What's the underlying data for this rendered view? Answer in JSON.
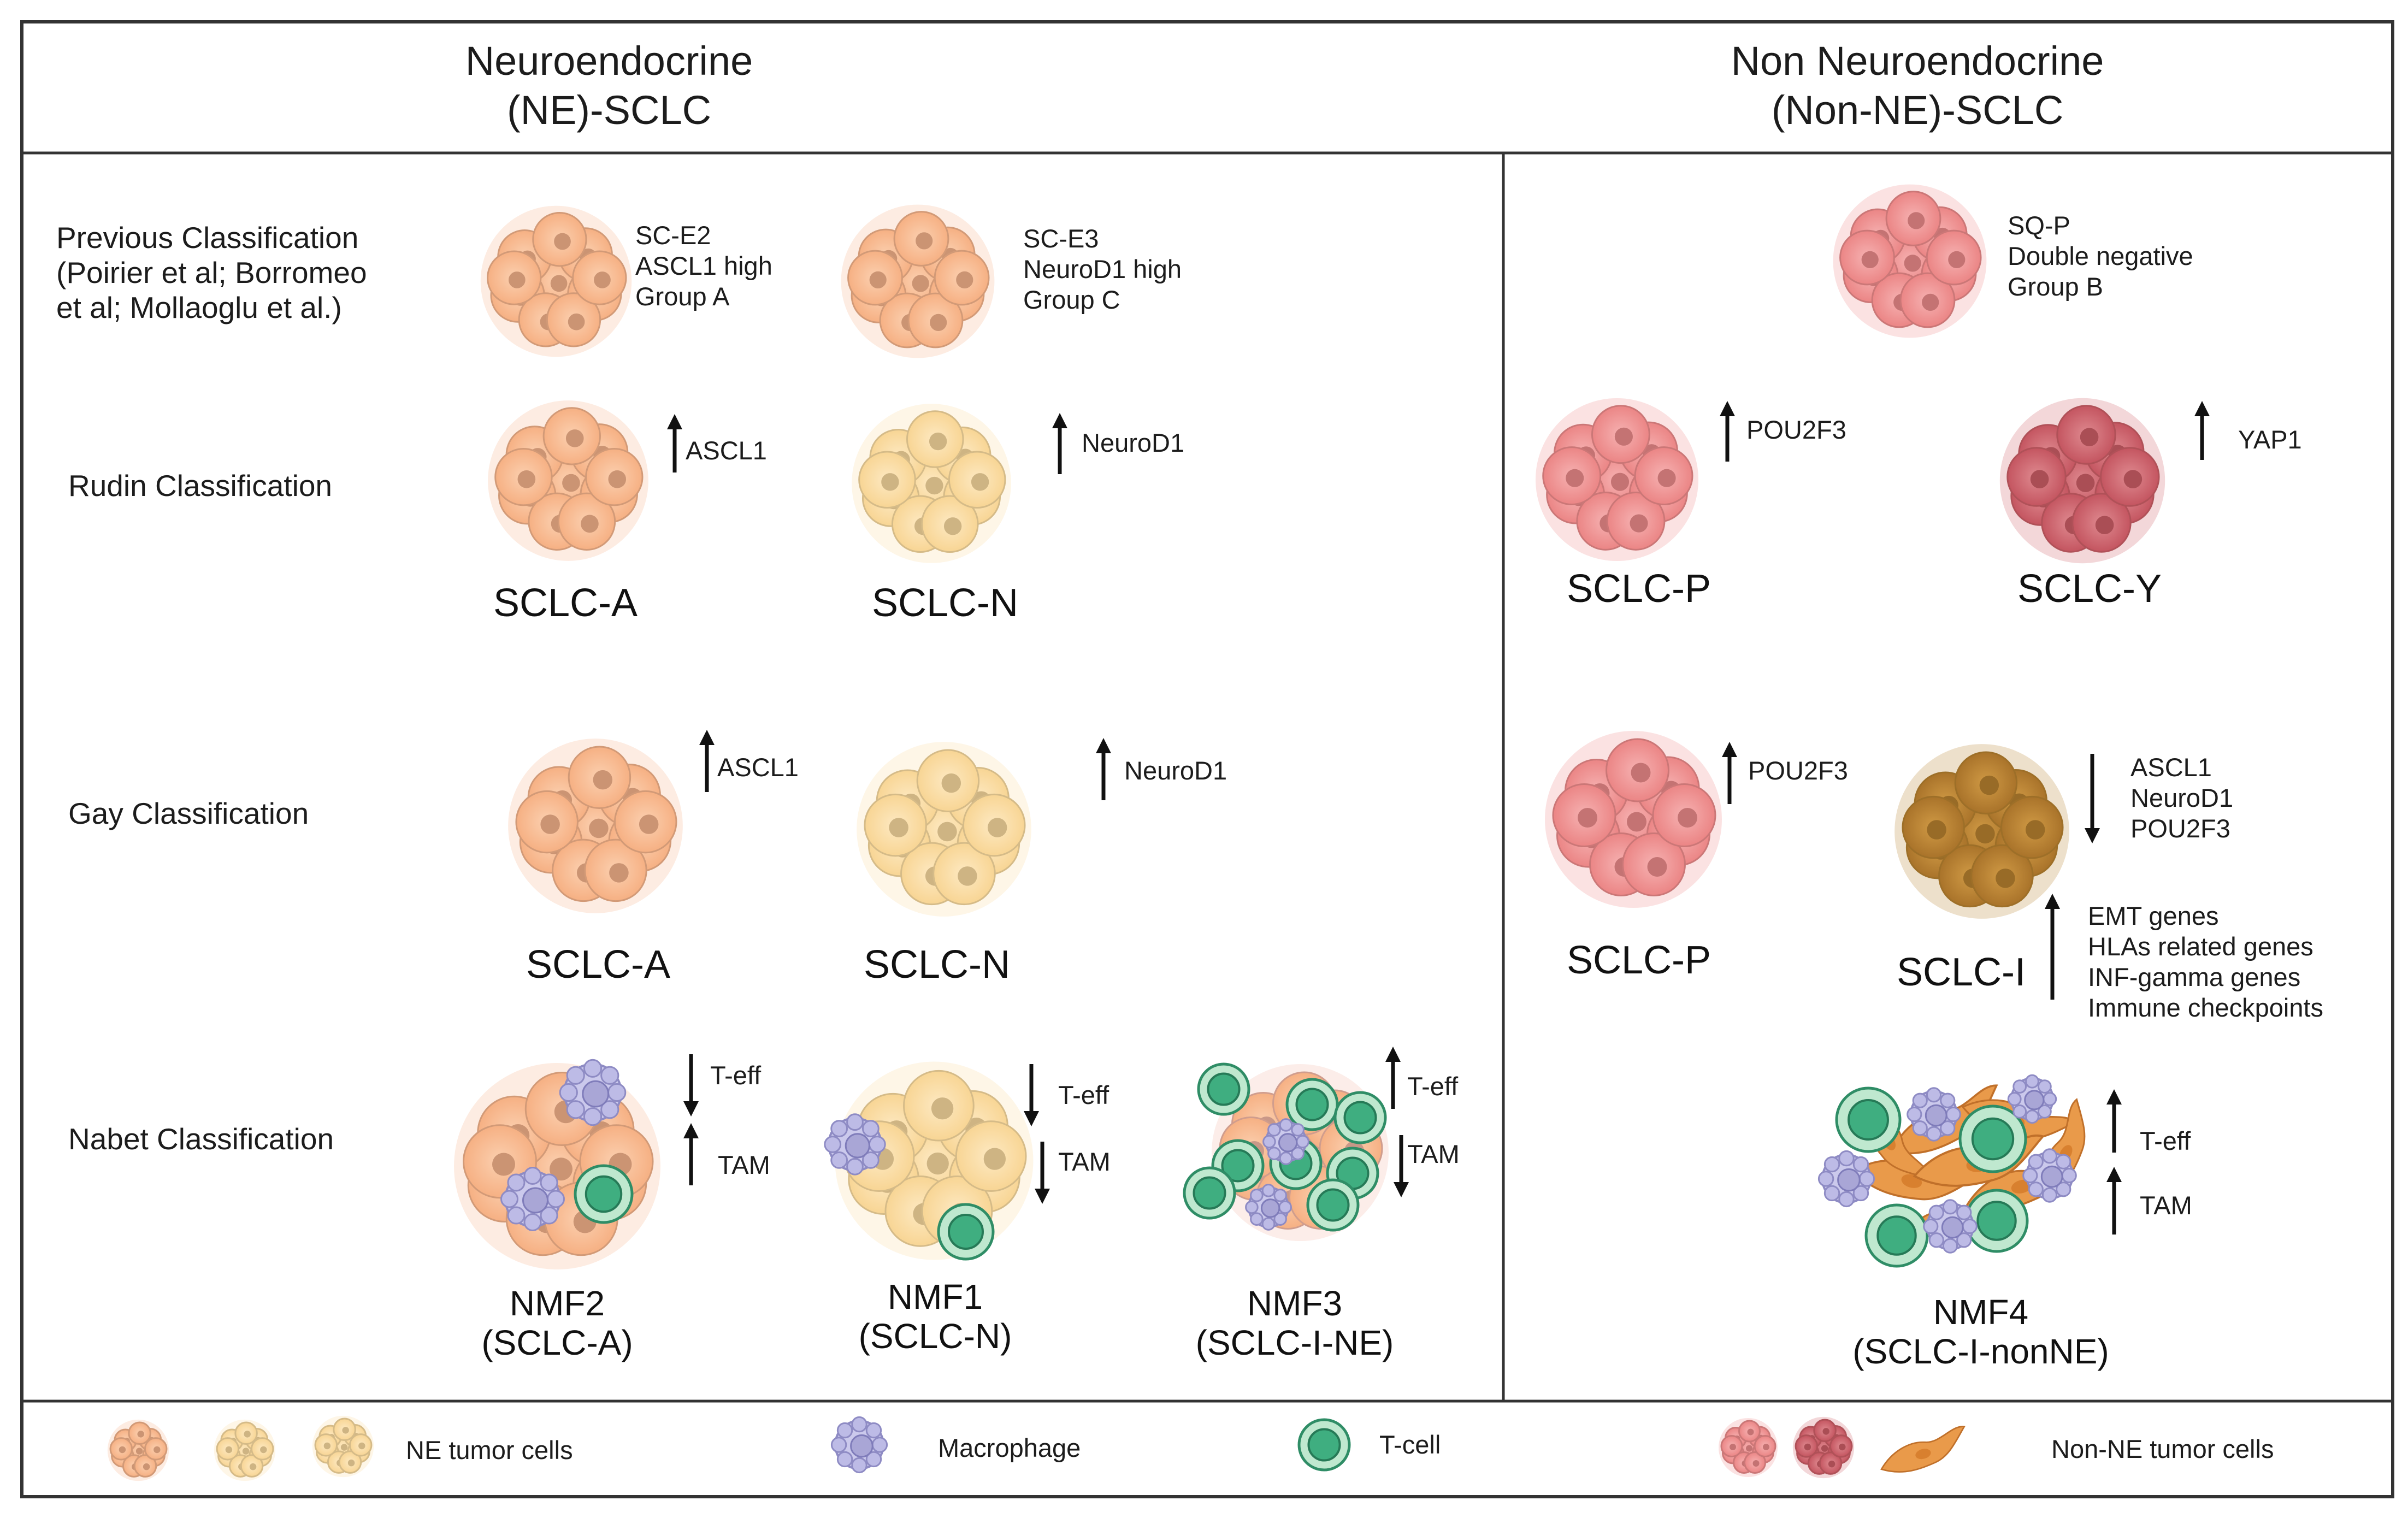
{
  "headers": {
    "ne": [
      "Neuroendocrine",
      "(NE)-SCLC"
    ],
    "nonne": [
      "Non Neuroendocrine",
      "(Non-NE)-SCLC"
    ]
  },
  "rows": {
    "previous": [
      "Previous Classification",
      "(Poirier et al; Borromeo",
      "et al; Mollaoglu et al.)"
    ],
    "rudin": "Rudin Classification",
    "gay": "Gay Classification",
    "nabet": "Nabet Classification"
  },
  "previous": {
    "a": [
      "SC-E2",
      "ASCL1 high",
      "Group A"
    ],
    "n": [
      "SC-E3",
      "NeuroD1 high",
      "Group C"
    ],
    "p": [
      "SQ-P",
      "Double negative",
      "Group B"
    ]
  },
  "rudin": {
    "a": {
      "name": "SCLC-A",
      "marker": "ASCL1"
    },
    "n": {
      "name": "SCLC-N",
      "marker": "NeuroD1"
    },
    "p": {
      "name": "SCLC-P",
      "marker": "POU2F3"
    },
    "y": {
      "name": "SCLC-Y",
      "marker": "YAP1"
    }
  },
  "gay": {
    "a": {
      "name": "SCLC-A",
      "marker": "ASCL1"
    },
    "n": {
      "name": "SCLC-N",
      "marker": "NeuroD1"
    },
    "p": {
      "name": "SCLC-P",
      "marker": "POU2F3"
    },
    "i": {
      "name": "SCLC-I",
      "down": [
        "ASCL1",
        "NeuroD1",
        "POU2F3"
      ],
      "up": [
        "EMT genes",
        "HLAs related genes",
        "INF-gamma genes",
        "Immune checkpoints"
      ]
    }
  },
  "nabet": {
    "nmf2": {
      "name": [
        "NMF2",
        "(SCLC-A)"
      ],
      "teff": "T-eff",
      "tam": "TAM"
    },
    "nmf1": {
      "name": [
        "NMF1",
        "(SCLC-N)"
      ],
      "teff": "T-eff",
      "tam": "TAM"
    },
    "nmf3": {
      "name": [
        "NMF3",
        "(SCLC-I-NE)"
      ],
      "teff": "T-eff",
      "tam": "TAM"
    },
    "nmf4": {
      "name": [
        "NMF4",
        "(SCLC-I-nonNE)"
      ],
      "teff": "T-eff",
      "tam": "TAM"
    }
  },
  "legend": {
    "ne": "NE tumor cells",
    "macrophage": "Macrophage",
    "tcell": "T-cell",
    "nonne": "Non-NE tumor cells"
  },
  "colors": {
    "ne_orange": "#f7b58c",
    "ne_yellow": "#fbdca0",
    "nonne_pink": "#ef8c8c",
    "nonne_red": "#cf5f68",
    "inflamed": "#b9822f",
    "macrophage": "#a9a6d6",
    "tcell": "#3fae80",
    "fibro": "#e99a4a"
  }
}
